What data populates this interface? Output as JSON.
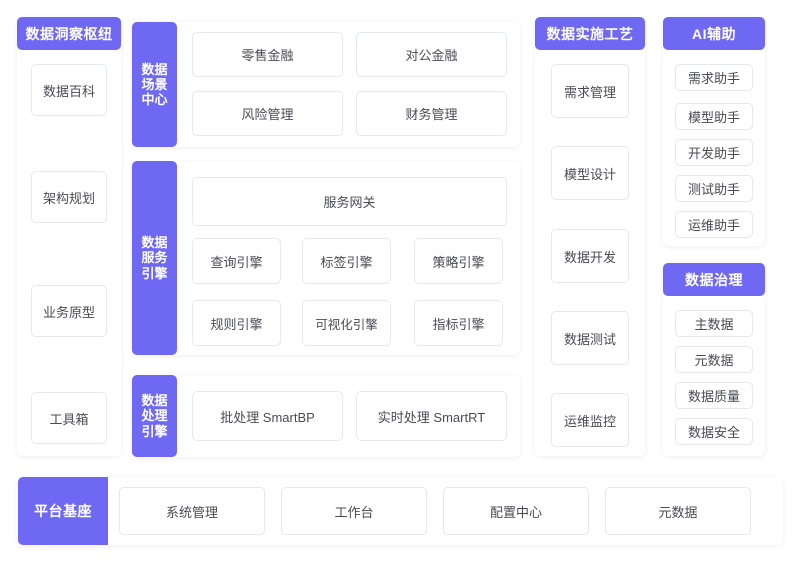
{
  "theme": {
    "accent": "#6f68f2",
    "tile_border": "#e6e8ee",
    "tile_text": "#4a4a55",
    "page_background": "#ffffff"
  },
  "insight_hub": {
    "title": "数据洞察枢纽",
    "items": [
      {
        "label": "数据百科"
      },
      {
        "label": "架构规划"
      },
      {
        "label": "业务原型"
      },
      {
        "label": "工具箱"
      }
    ]
  },
  "middle": {
    "sections": [
      {
        "rail_label": "数据\n场景\n中心",
        "rail_lines": [
          "数据",
          "场景",
          "中心"
        ],
        "tiles": [
          {
            "label": "零售金融"
          },
          {
            "label": "对公金融"
          },
          {
            "label": "风险管理"
          },
          {
            "label": "财务管理"
          }
        ]
      },
      {
        "rail_label": "数据\n服务\n引擎",
        "rail_lines": [
          "数据",
          "服务",
          "引擎"
        ],
        "gateway": {
          "label": "服务网关"
        },
        "tiles": [
          {
            "label": "查询引擎"
          },
          {
            "label": "标签引擎"
          },
          {
            "label": "策略引擎"
          },
          {
            "label": "规则引擎"
          },
          {
            "label": "可视化引擎"
          },
          {
            "label": "指标引擎"
          }
        ]
      },
      {
        "rail_label": "数据\n处理\n引擎",
        "rail_lines": [
          "数据",
          "处理",
          "引擎"
        ],
        "tiles": [
          {
            "label": "批处理 SmartBP"
          },
          {
            "label": "实时处理  SmartRT"
          }
        ]
      }
    ]
  },
  "implementation": {
    "title": "数据实施工艺",
    "items": [
      {
        "label": "需求管理"
      },
      {
        "label": "模型设计"
      },
      {
        "label": "数据开发"
      },
      {
        "label": "数据测试"
      },
      {
        "label": "运维监控"
      }
    ]
  },
  "ai_assist": {
    "title": "AI辅助",
    "items": [
      {
        "label": "需求助手"
      },
      {
        "label": "模型助手"
      },
      {
        "label": "开发助手"
      },
      {
        "label": "测试助手"
      },
      {
        "label": "运维助手"
      }
    ]
  },
  "governance": {
    "title": "数据治理",
    "items": [
      {
        "label": "主数据"
      },
      {
        "label": "元数据"
      },
      {
        "label": "数据质量"
      },
      {
        "label": "数据安全"
      }
    ]
  },
  "platform_base": {
    "title": "平台基座",
    "items": [
      {
        "label": "系统管理"
      },
      {
        "label": "工作台"
      },
      {
        "label": "配置中心"
      },
      {
        "label": "元数据"
      }
    ]
  }
}
